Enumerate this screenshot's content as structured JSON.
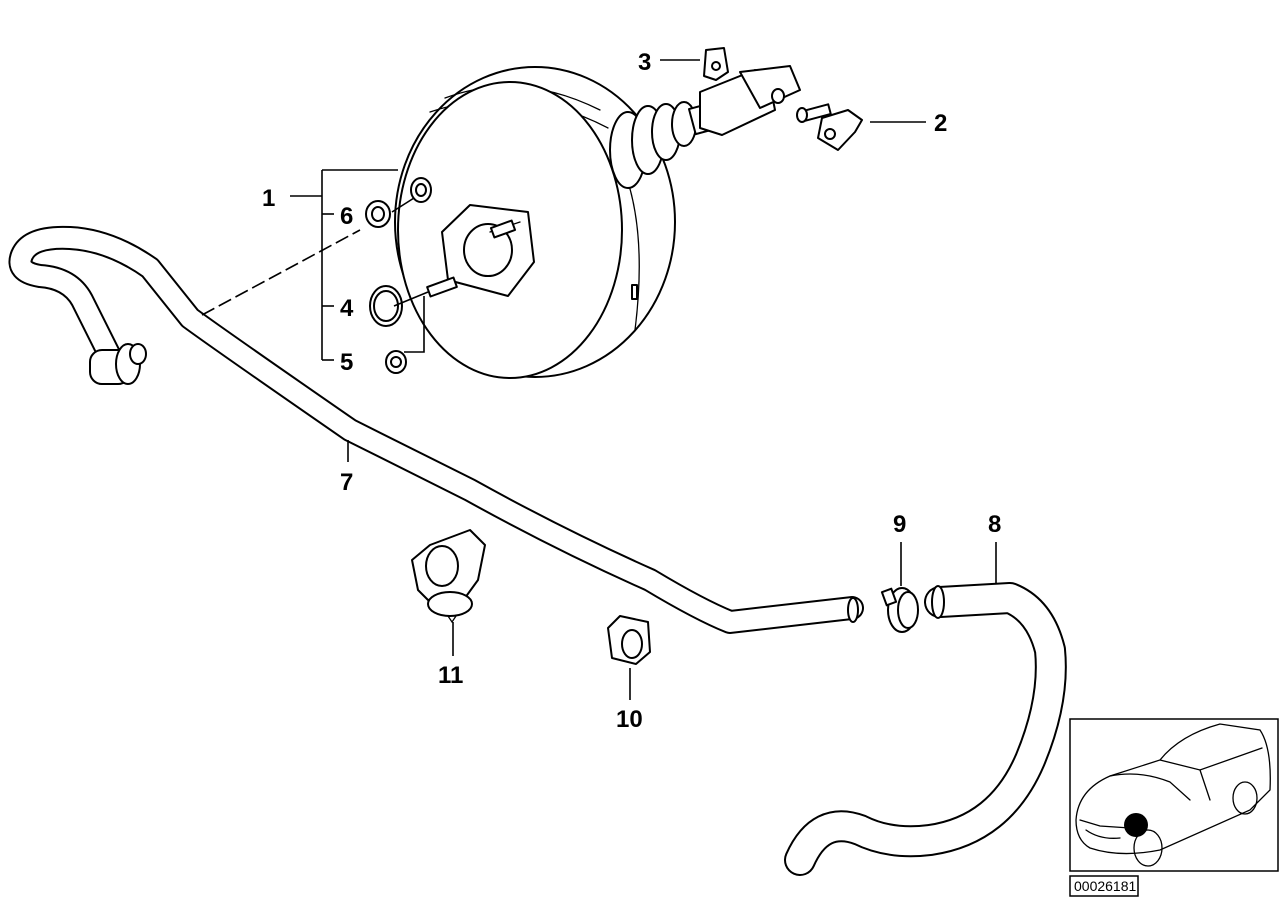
{
  "callouts": {
    "c1": "1",
    "c2": "2",
    "c3": "3",
    "c4": "4",
    "c5": "5",
    "c6": "6",
    "c7": "7",
    "c8": "8",
    "c9": "9",
    "c10": "10",
    "c11": "11"
  },
  "reference_number": "00026181"
}
